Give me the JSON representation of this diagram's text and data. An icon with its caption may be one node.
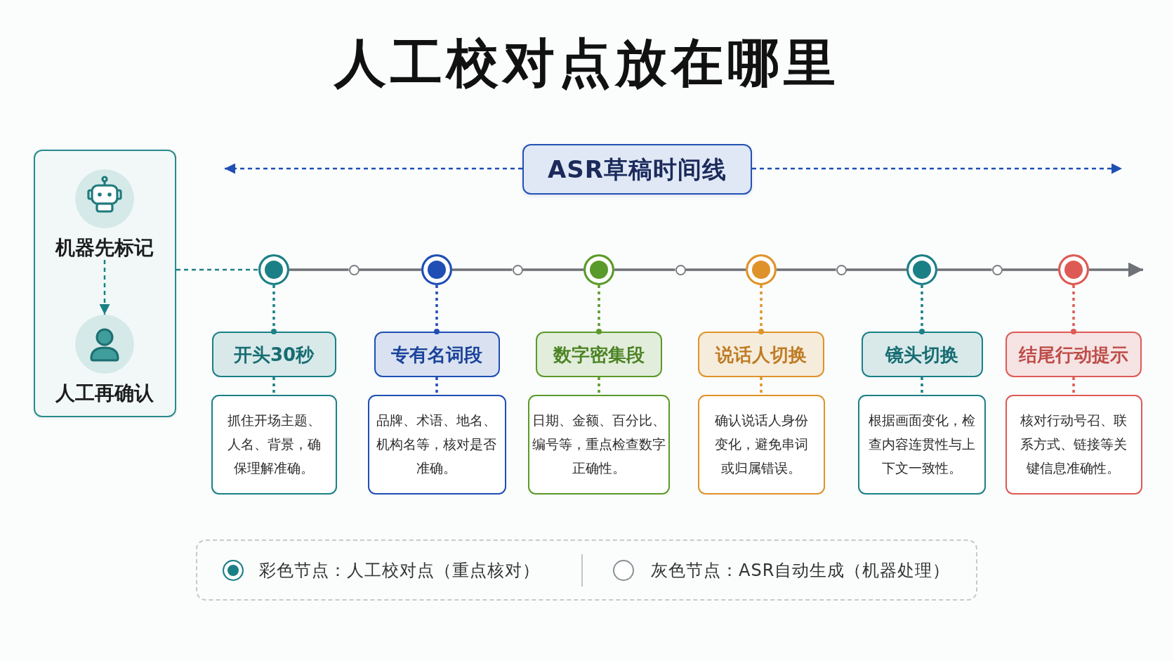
{
  "diagram": {
    "title": "人工校对点放在哪里",
    "nodes": [
      {
        "text": [],
        "shape": "box"
      },
      {
        "text": [
          "机器先标记"
        ],
        "in": 0
      },
      {
        "text": [
          "人工再确认"
        ],
        "in": 0
      },
      {
        "text": [
          "ASR草稿时间线"
        ]
      },
      {
        "text": [],
        "shape": "circle"
      },
      {
        "text": [],
        "shape": "circle"
      },
      {
        "text": [],
        "shape": "circle"
      },
      {
        "text": [],
        "shape": "circle"
      },
      {
        "text": [],
        "shape": "circle"
      },
      {
        "text": [],
        "shape": "circle"
      },
      {
        "text": [],
        "shape": "circle"
      },
      {
        "text": [],
        "shape": "circle"
      },
      {
        "text": [],
        "shape": "circle"
      },
      {
        "text": [],
        "shape": "circle"
      },
      {
        "text": [],
        "shape": "circle"
      },
      {
        "text": [
          "开头30秒"
        ]
      },
      {
        "text": [
          "专有名词段"
        ]
      },
      {
        "text": [
          "数字密集段"
        ]
      },
      {
        "text": [
          "说话人切换"
        ]
      },
      {
        "text": [
          "镜头切换"
        ]
      },
      {
        "text": [
          "结尾行动提示"
        ]
      },
      {
        "text": [
          "抓住开场主题、人名、背景，确保理解准确。"
        ]
      },
      {
        "text": [
          "品牌、术语、地名、机构名等，核对是否准确。"
        ]
      },
      {
        "text": [
          "日期、金额、百分比、编号等，重点检查数字正确性。"
        ]
      },
      {
        "text": [
          "确认说话人身份变化，避免串词或归属错误。"
        ]
      },
      {
        "text": [
          "根据画面变化，检查内容连贯性与上下文一致性。"
        ]
      },
      {
        "text": [
          "核对行动号召、联系方式、链接等关键信息准确性。"
        ]
      }
    ],
    "edges": [
      {
        "from": 1,
        "to": 2,
        "arrow": "to",
        "style": "dashed",
        "color": "#1b8086"
      },
      {
        "from": 3,
        "to": null,
        "arrow": "to",
        "style": "dashed",
        "color": "#1f4fb5"
      },
      {
        "from": 3,
        "to": null,
        "arrow": "to",
        "style": "dashed",
        "color": "#1f4fb5"
      },
      {
        "from": 0,
        "to": 4,
        "arrow": "none",
        "style": "dashed",
        "color": "#1b8086"
      },
      {
        "from": 4,
        "to": 5,
        "arrow": "none"
      },
      {
        "from": 5,
        "to": 6,
        "arrow": "none"
      },
      {
        "from": 6,
        "to": 7,
        "arrow": "none"
      },
      {
        "from": 7,
        "to": 8,
        "arrow": "none"
      },
      {
        "from": 8,
        "to": 9,
        "arrow": "none"
      },
      {
        "from": 9,
        "to": 10,
        "arrow": "none"
      },
      {
        "from": 10,
        "to": 11,
        "arrow": "none"
      },
      {
        "from": 11,
        "to": 12,
        "arrow": "none"
      },
      {
        "from": 12,
        "to": 13,
        "arrow": "none"
      },
      {
        "from": 13,
        "to": 14,
        "arrow": "none"
      },
      {
        "from": 14,
        "to": null,
        "arrow": "to"
      },
      {
        "from": 4,
        "to": 15,
        "arrow": "other",
        "style": "dashed",
        "color": "#1b8086"
      },
      {
        "from": 6,
        "to": 16,
        "arrow": "other",
        "style": "dashed",
        "color": "#1f4fb5"
      },
      {
        "from": 8,
        "to": 17,
        "arrow": "other",
        "style": "dashed",
        "color": "#5a9a2a"
      },
      {
        "from": 10,
        "to": 18,
        "arrow": "other",
        "style": "dashed",
        "color": "#e0922a"
      },
      {
        "from": 12,
        "to": 19,
        "arrow": "other",
        "style": "dashed",
        "color": "#1b8086"
      },
      {
        "from": 14,
        "to": 20,
        "arrow": "other",
        "style": "dashed",
        "color": "#de5a55"
      },
      {
        "from": 15,
        "to": 21,
        "arrow": "none",
        "style": "dashed",
        "color": "#1b8086"
      },
      {
        "from": 16,
        "to": 22,
        "arrow": "none",
        "style": "dashed",
        "color": "#1f4fb5"
      },
      {
        "from": 17,
        "to": 23,
        "arrow": "none",
        "style": "dashed",
        "color": "#5a9a2a"
      },
      {
        "from": 18,
        "to": 24,
        "arrow": "none",
        "style": "dashed",
        "color": "#e0922a"
      },
      {
        "from": 19,
        "to": 25,
        "arrow": "none",
        "style": "dashed",
        "color": "#1b8086"
      },
      {
        "from": 20,
        "to": 26,
        "arrow": "none",
        "style": "dashed",
        "color": "#de5a55"
      }
    ],
    "legend": [
      {
        "text": "彩色节点：人工校对点（重点核对）"
      },
      {
        "text": "灰色节点：ASR自动生成（机器处理）"
      }
    ]
  }
}
